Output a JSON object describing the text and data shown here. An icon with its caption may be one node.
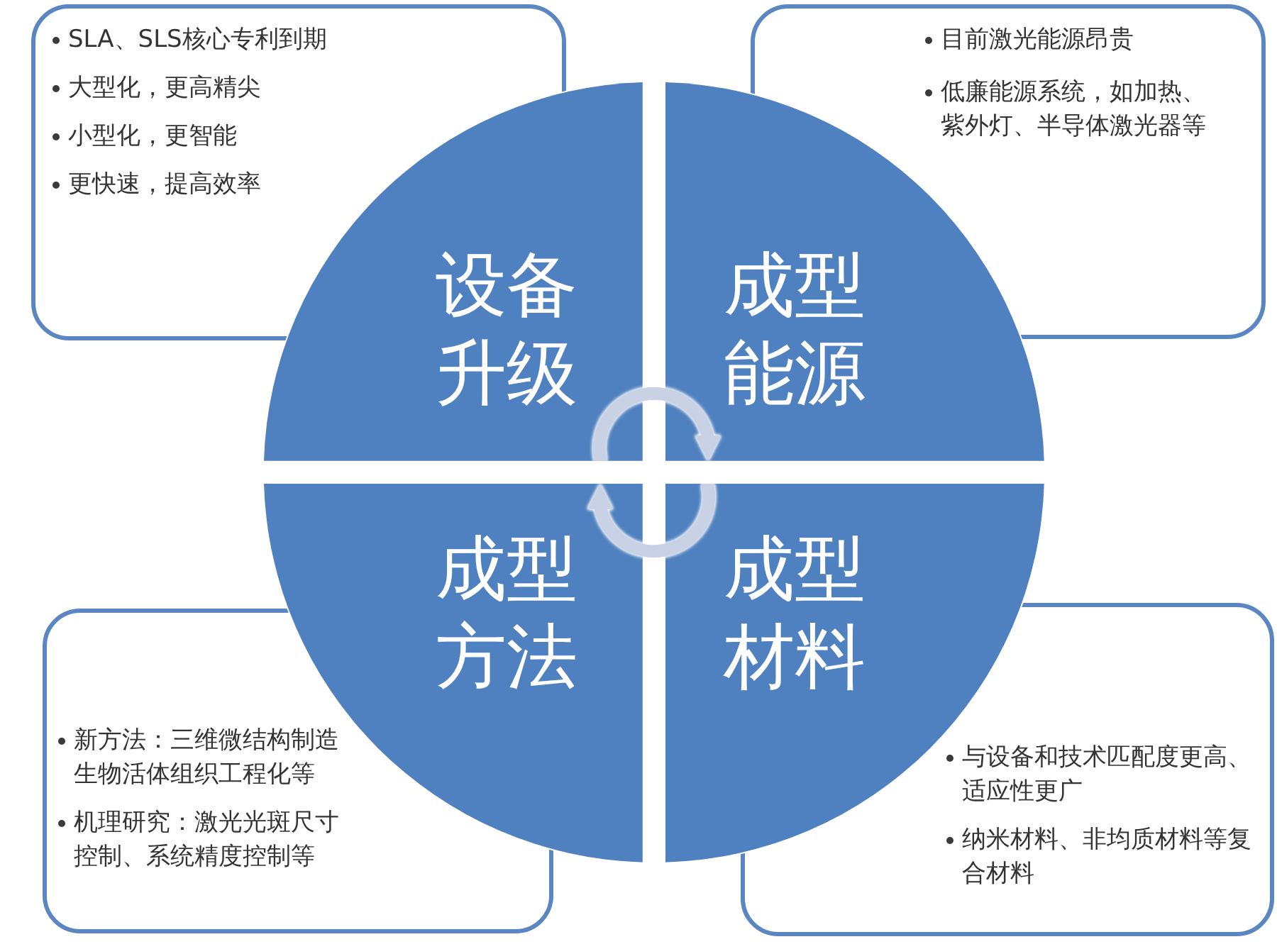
{
  "diagram": {
    "nodes": [
      {
        "text": [
          "SLA、SLS核心专利到期",
          "大型化，更高精尖",
          "小型化，更智能",
          "更快速，提高效率"
        ]
      },
      {
        "text": [
          "目前激光能源昂贵",
          "低廉能源系统，如加热、紫外灯、半导体激光器等"
        ]
      },
      {
        "text": [
          "设备升级"
        ]
      },
      {
        "text": [
          "成型能源"
        ]
      },
      {
        "text": [
          "成型方法"
        ]
      },
      {
        "text": [
          "成型材料"
        ]
      },
      {
        "text": [
          "新方法：三维微结构制造生物活体组织工程化等",
          "机理研究：激光光斑尺寸控制、系统精度控制等"
        ]
      },
      {
        "text": [
          "与设备和技术匹配度更高、适应性更广",
          "纳米材料、非均质材料等复合材料"
        ]
      }
    ],
    "edges": [
      {
        "from": 2,
        "to": 3,
        "arrow": "to"
      },
      {
        "from": 5,
        "to": 4,
        "arrow": "to"
      }
    ]
  }
}
